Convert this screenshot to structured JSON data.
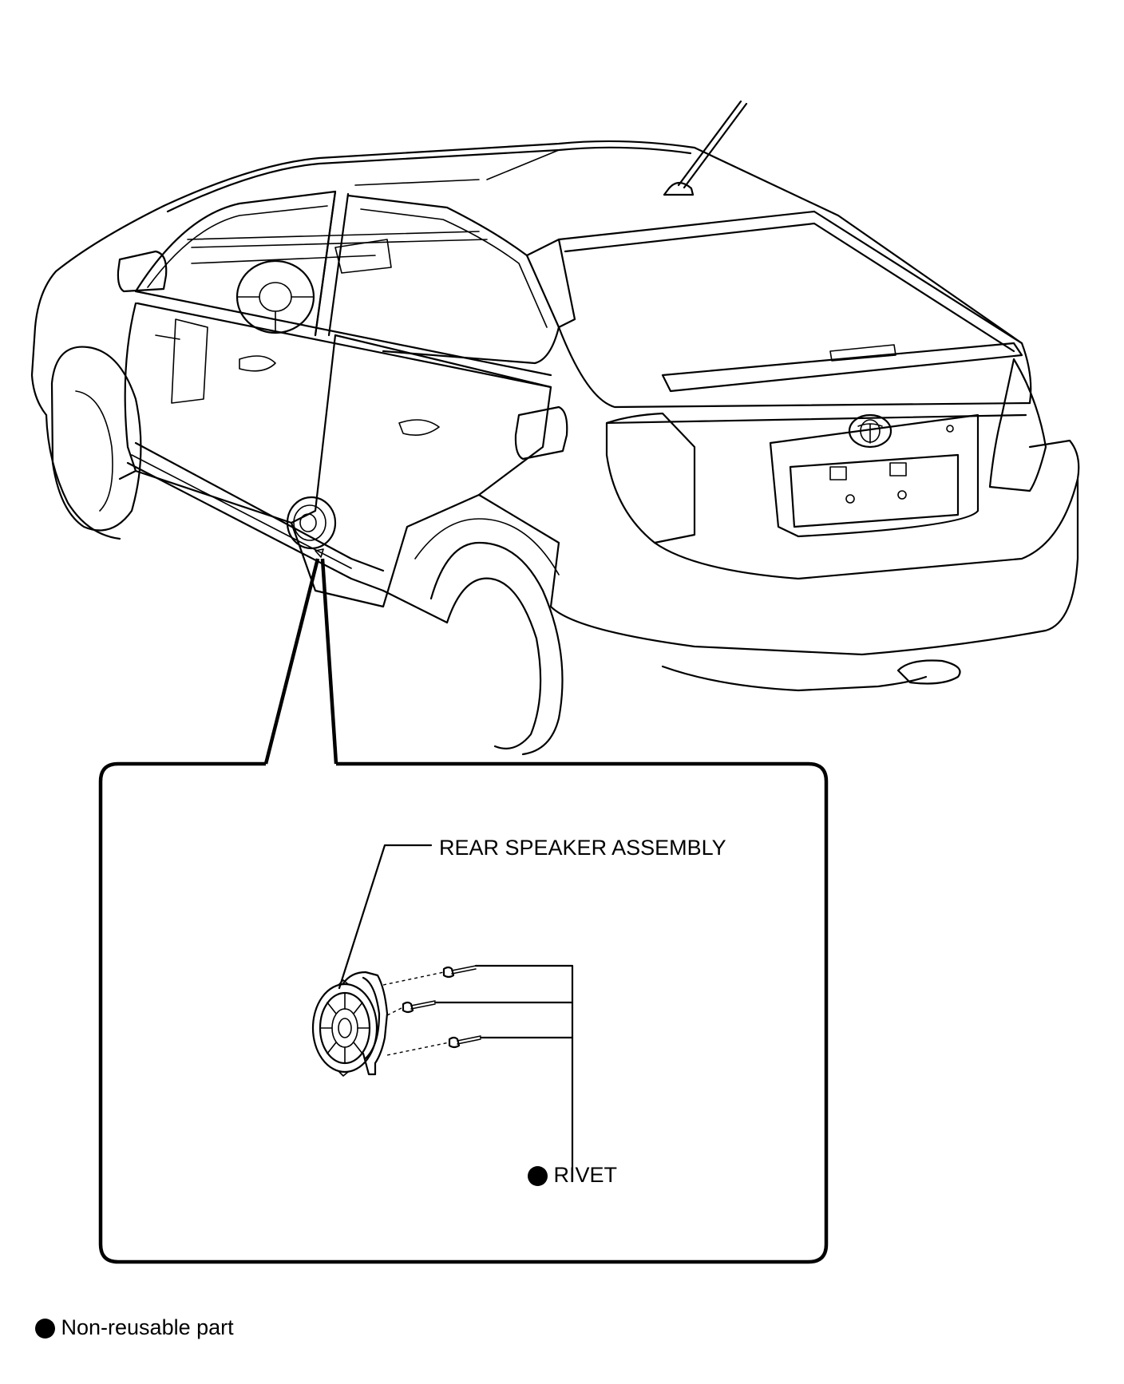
{
  "callouts": {
    "rear_speaker_assembly": "REAR SPEAKER ASSEMBLY",
    "rivet": "RIVET"
  },
  "legend": {
    "symbol": "filled-circle-icon",
    "text": "Non-reusable part"
  },
  "colors": {
    "line": "#000000",
    "background": "#ffffff"
  }
}
